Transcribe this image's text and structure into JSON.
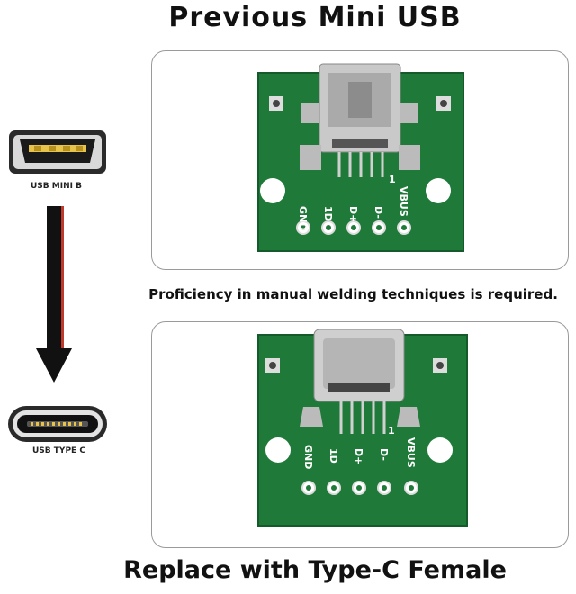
{
  "headline_top": "Previous Mini USB",
  "requirement_note": "Proficiency in manual welding techniques is required.",
  "headline_bottom": "Replace with Type-C Female",
  "left_panel": {
    "mini_label": "USB MINI B",
    "typec_label": "USB TYPE C"
  },
  "board_pins": [
    "GND",
    "1D",
    "D+",
    "D-",
    "VBUS"
  ],
  "pin1_marker": "1",
  "colors": {
    "pcb_green": "#1f7a3a",
    "pcb_dark": "#145a2a",
    "metal": "#c9c9c9",
    "arrow": "#111111",
    "arrow_accent": "#c0392b"
  }
}
